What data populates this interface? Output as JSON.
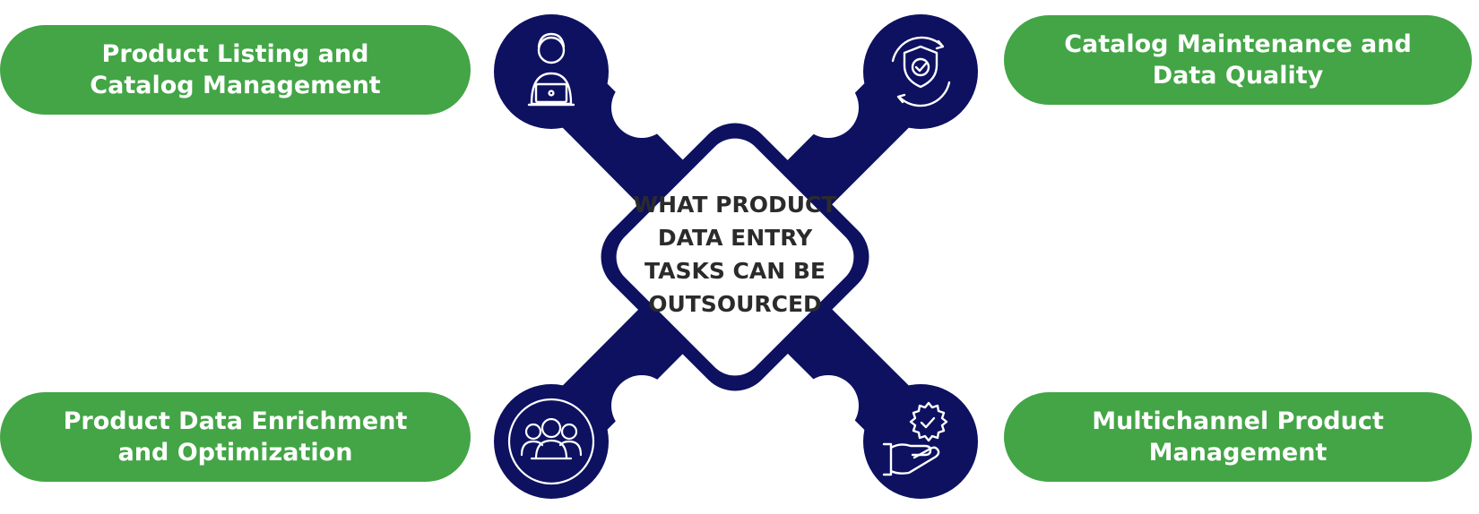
{
  "colors": {
    "navy": "#0d1160",
    "green": "#43a546",
    "white": "#ffffff",
    "center_text": "#2b2b2b"
  },
  "center": {
    "lines": [
      "WHAT PRODUCT",
      "DATA ENTRY",
      "TASKS CAN BE",
      "OUTSOURCED"
    ]
  },
  "items": [
    {
      "position": "top-left",
      "icon": "person-laptop-icon",
      "lines": [
        "Product Listing and",
        "Catalog Management"
      ]
    },
    {
      "position": "top-right",
      "icon": "shield-check-icon",
      "lines": [
        "Catalog Maintenance and",
        "Data Quality"
      ]
    },
    {
      "position": "bottom-left",
      "icon": "team-group-icon",
      "lines": [
        "Product Data Enrichment",
        "and Optimization"
      ]
    },
    {
      "position": "bottom-right",
      "icon": "hand-badge-icon",
      "lines": [
        "Multichannel Product",
        "Management"
      ]
    }
  ]
}
